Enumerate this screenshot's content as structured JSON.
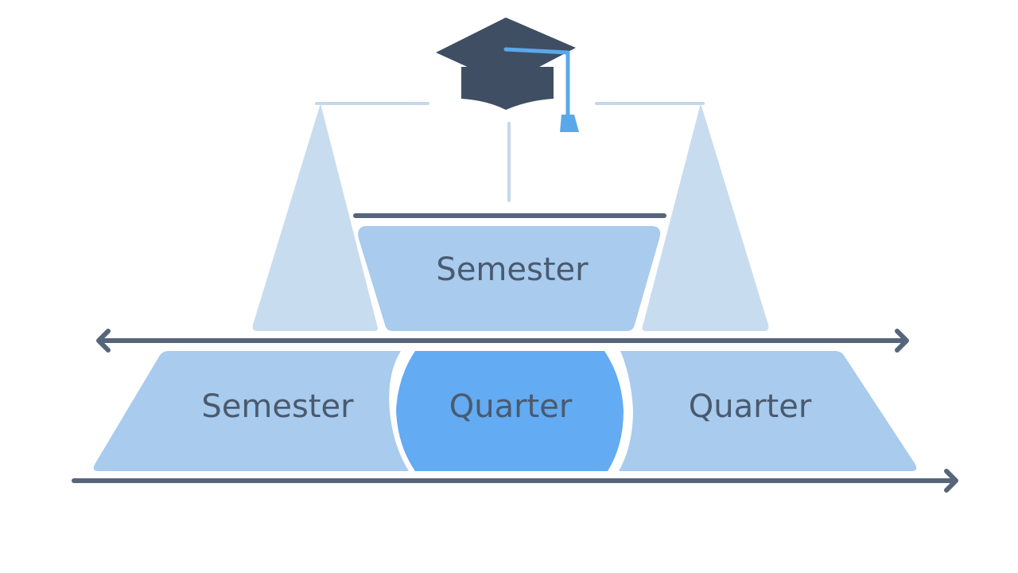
{
  "diagram": {
    "top_block": {
      "label": "Semester"
    },
    "bottom_blocks": [
      {
        "label": "Semester"
      },
      {
        "label": "Quarter"
      },
      {
        "label": "Quarter"
      }
    ],
    "icons": {
      "top": "graduation-cap-icon"
    },
    "colors": {
      "navy": "#3f4e63",
      "arrow": "#56657a",
      "text": "#4a5a6e",
      "light_blue": "#a8cbee",
      "mid_blue": "#9fc6f0",
      "bright_blue": "#63abf2",
      "pale_blue": "#c8dcef",
      "tassel": "#5aa8ea",
      "line": "#c5d8ea"
    }
  }
}
